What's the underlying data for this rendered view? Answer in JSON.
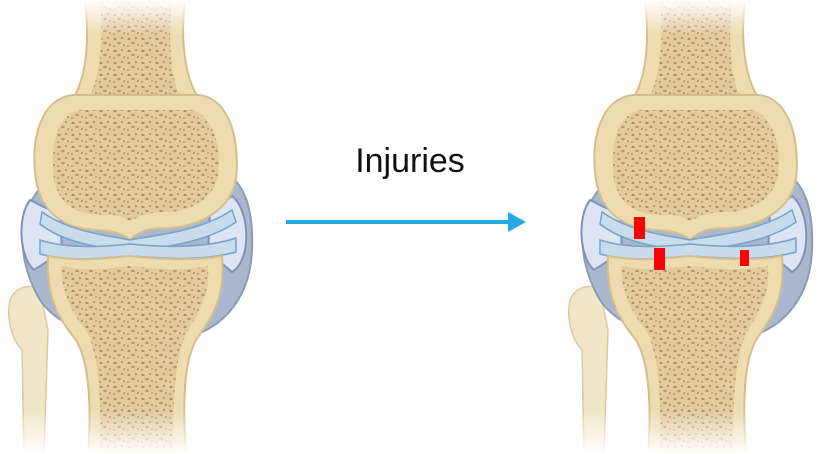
{
  "diagram": {
    "transition_label": "Injuries",
    "panels": [
      {
        "name": "healthy-knee",
        "injury_marks": 0
      },
      {
        "name": "injured-knee",
        "injury_marks": 3
      }
    ],
    "colors": {
      "bone_cortex": "#eedcb0",
      "bone_outline": "#d4bf8c",
      "spongy_bone": "#e0c79a",
      "spongy_dots": "#b08a5e",
      "capsule": "#9faec6",
      "cartilage": "#c9dced",
      "meniscus": "#d8e1f3",
      "arrow": "#27a9e1",
      "injury": "#ff0000"
    }
  }
}
